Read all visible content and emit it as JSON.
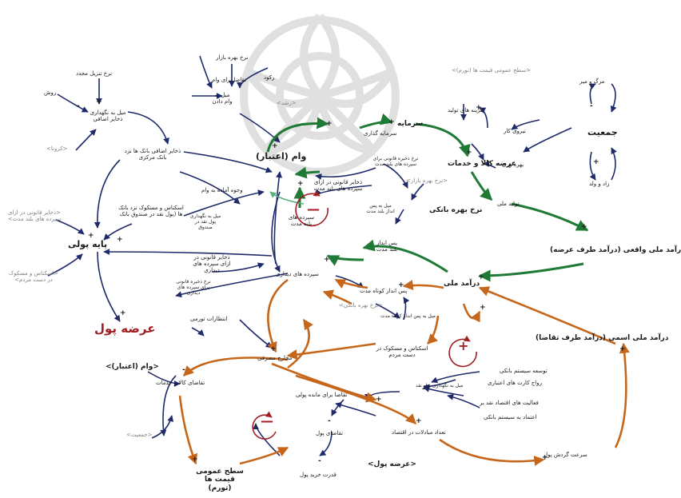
{
  "labels": {
    "nerkh_tanzil": "نرخ تنزیل مجدد",
    "rooshd": "روش",
    "meyl_zakhair": "میل به نگهداری ذخایر اضافی",
    "koroona": "<کرونا>",
    "zakhair_ezafi": "ذخایر اضافی بانک ها نزد بانک مرکزی",
    "zakhair_ghanooni_g": "<ذخایر قانونی در ازای سپرده های بلند مدت>",
    "eskenas": "اسکناس و مسکوک نزد بانک ها (پول نقد در صندوق بانک",
    "eskenas_mardom_g": "<اسکناس و مسکوک در دست مردم>",
    "paye_pooli": "پایه پولی",
    "arze_pool": "عرضه پول",
    "nerkh_bahre_bazar": "نرخ بهره بازار",
    "taghaza_vam": "تقاضا برای وام",
    "rokood": "رکود",
    "meyl_vam": "میل به وام دادن",
    "rooshd_g": "<رشد>",
    "vam": "وام (اعتبار)",
    "sarmaye_gozari": "سرمایه گذاری",
    "sarmaye": "سرمایه",
    "nerkh_zakhire_boland": "نرخ ذخیره قانونی برای سپرده های بلند مدت",
    "zakhair_boland": "ذخایر قانونی در ازای سپرده های بلند مدت",
    "nerkh_bahre_bazar_g": "<نرخ بهره بازار>",
    "vojooh": "وجوه آماده به وام",
    "meyl_naghd": "میل به نگهداری پول نقد در صندوق",
    "sepordeh_boland": "سپرده های بلند مدت",
    "meyl_pasandaz_boland": "میل به پس انداز بلند مدت",
    "nerkh_bahre_banki": "نرخ بهره بانکی",
    "pasandaz_boland": "پس انداز بلند مدت",
    "sath_omoomi_g": "<سطح عمومی قیمت ها (تورم)>",
    "hazine_tolid": "هزینه های تولید",
    "nirooye_kar": "نیروی کار",
    "arze_kala": "عرضه کالا و خدمات",
    "bahre_vari": "بهره وری",
    "tolid_melli": "تولید ملی",
    "marg": "مرگ و میر",
    "jamiat": "جمعیت",
    "zad_valad": "زاد و ولد",
    "daramad_vaghei": "درآمد ملی واقعی (درآمد طرف عرضه)",
    "daramad_melli": "درآمد ملی",
    "zakhair_didari": "ذخایر قانونی در ازای سپرده های دیداری",
    "nerkh_zakhire_didari": "نرخ ذخیره قانونی برای سپرده های دیداری",
    "sepordeh_didari": "سپرده های دیداری",
    "pasandaz_kootah": "پس انداز کوتاه مدت",
    "nerkh_bahre_banki_g": "<نرخ بهره بانکی>",
    "meyl_pasandaz_kootah": "میل به پس انداز کوتاه مدت",
    "entezarat": "انتظارات تورمی",
    "eskenas_mardom": "اسکناس و مسکوک در دست مردم",
    "makharej": "مخارج مصرفی",
    "vam_g": "<وام (اعتبار)>",
    "taghaza_kala": "تقاضای کالا و خدمات",
    "jamiat_g": "<جمعیت>",
    "taghaza_mande": "تقاضا برای مانده پولی",
    "taghazaye_pool": "تقاضای پول",
    "ghodrat_kharid": "قدرت خرید پول",
    "sath_omoomi": "سطح عمومی قیمت ها (تورم)",
    "tedad_mobadelat": "تعداد مبادلات در اقتصاد",
    "arze_pool_g": "<عرضه پول>",
    "tosee_banki": "توسعه سیستم بانکی",
    "ravaj_kart": "رواج کارت های اعتباری",
    "meyl_pool_naghd": "میل به نگهداری پول نقد",
    "faaliat": "فعالیت های اقتصاد نقد بر",
    "etemad": "اعتماد به سیستم بانکی",
    "daramad_esmi": "درآمد ملی اسمی (درآمد طرف تقاضا)",
    "sorat_gardesh": "سرعت گردش پول"
  },
  "loop_markers": [
    "—",
    "+",
    "—"
  ],
  "colors": {
    "navy": "#1f2a6b",
    "green": "#1e7a35",
    "orange": "#c5661a",
    "loop_red": "#a01f24",
    "light_green": "#59b080"
  }
}
